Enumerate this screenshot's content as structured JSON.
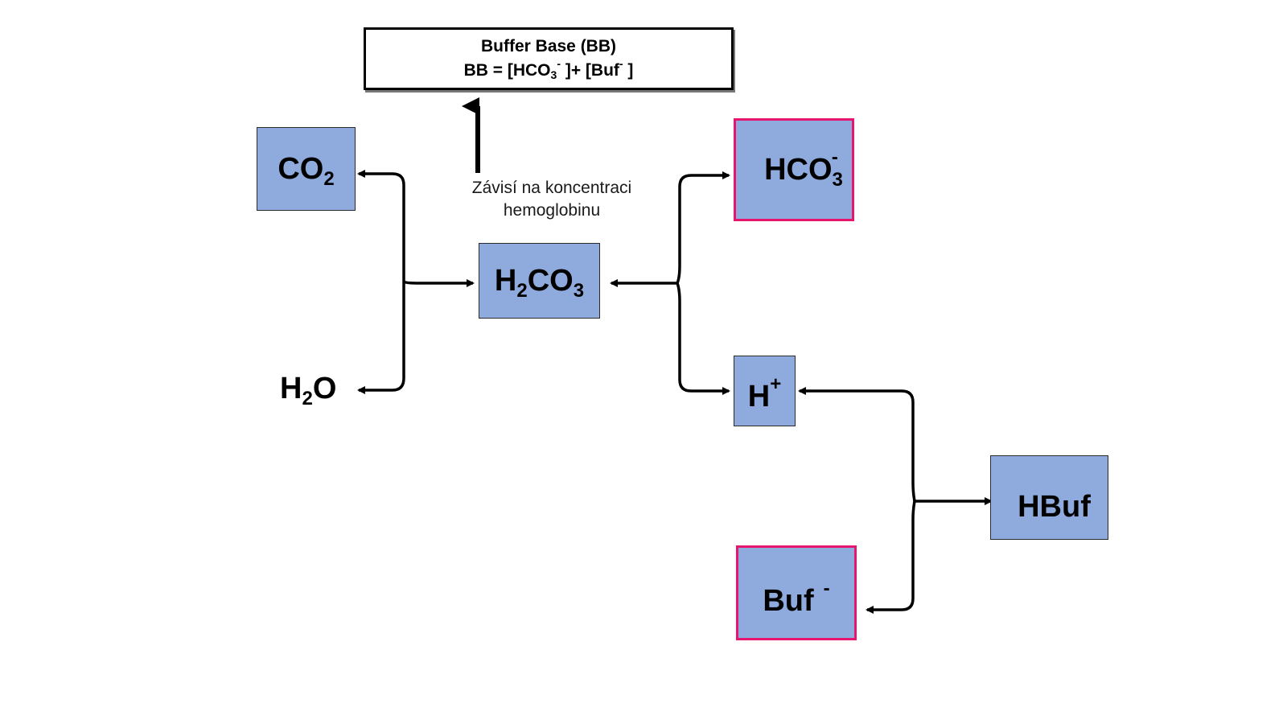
{
  "buffer_base": {
    "title": "Buffer Base (BB)",
    "eq_lhs": "BB  = [HCO",
    "eq_sub": "3",
    "eq_sup1": "-",
    "eq_mid": " ]+ [Buf",
    "eq_sup2": "-",
    "eq_end": " ]"
  },
  "note": {
    "line1": "Závisí na koncentraci",
    "line2": "hemoglobinu"
  },
  "species": {
    "co2": {
      "main": "CO",
      "sub": "2"
    },
    "h2o": {
      "pre": "H",
      "sub": "2",
      "post": "O"
    },
    "h2co3": {
      "pre": "H",
      "sub1": "2",
      "mid": "CO",
      "sub2": "3"
    },
    "hco3": {
      "main": "HCO",
      "sub": "3",
      "sup": "-"
    },
    "hplus": {
      "main": "H",
      "sup": "+"
    },
    "hbuf": {
      "main": "HBuf"
    },
    "buf": {
      "main": "Buf",
      "sup": "-"
    }
  },
  "colors": {
    "box_fill": "#8faadc",
    "highlight_border": "#e6166e",
    "arrow": "#000000"
  }
}
